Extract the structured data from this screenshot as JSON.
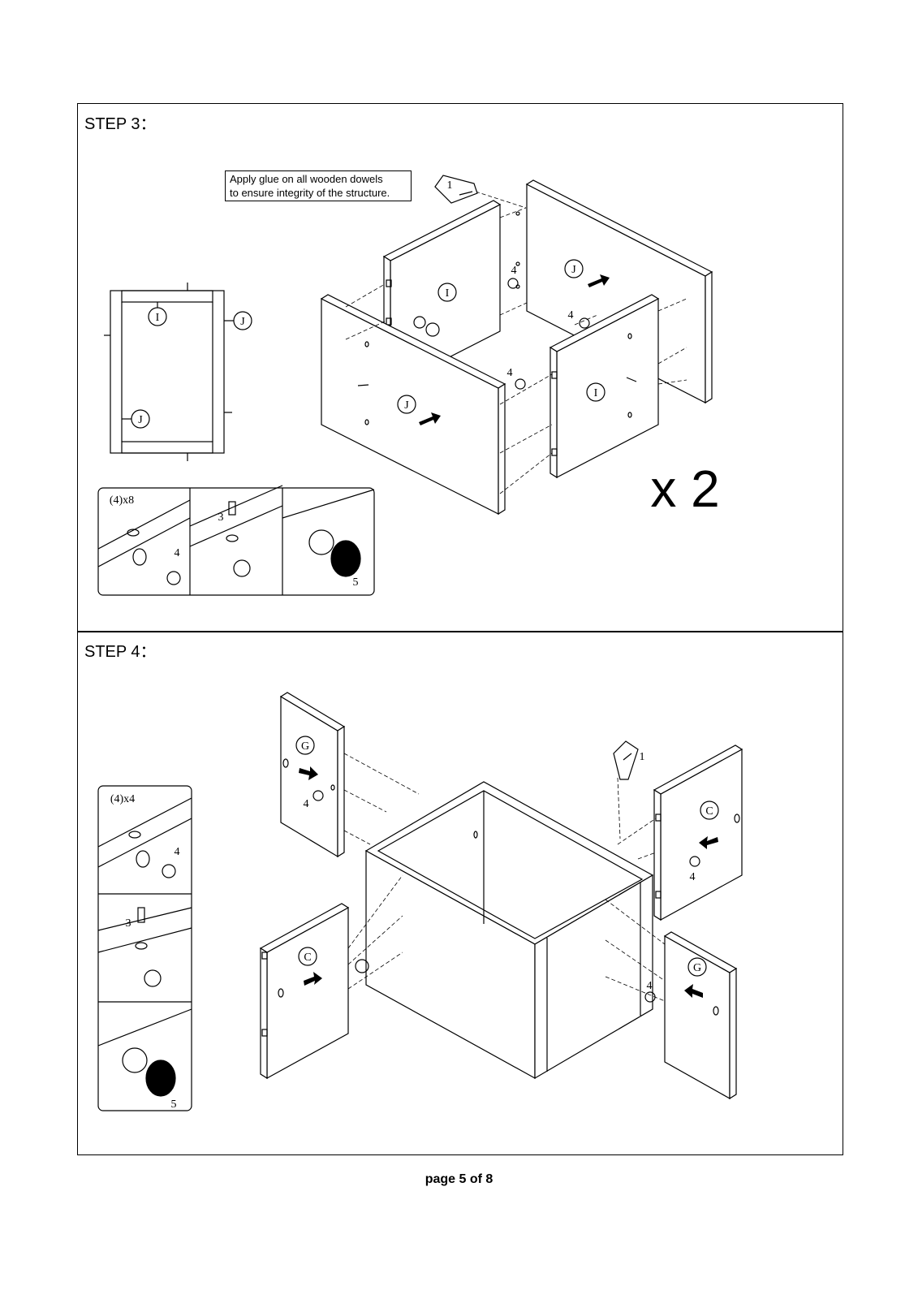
{
  "step3": {
    "title": "STEP 3：",
    "note_line1": "Apply glue on all wooden dowels",
    "note_line2": "to ensure integrity of the structure.",
    "multiplier": "x 2",
    "inset_qty": "(4)x8",
    "panel_labels": {
      "i": "I",
      "j": "J"
    },
    "part_numbers": {
      "glue": "1",
      "cam_bolt": "3",
      "cam_lock": "4",
      "cover_cap": "5"
    }
  },
  "step4": {
    "title": "STEP 4：",
    "inset_qty": "(4)x4",
    "panel_labels": {
      "g": "G",
      "c": "C"
    },
    "part_numbers": {
      "glue": "1",
      "cam_bolt": "3",
      "cam_lock": "4",
      "cover_cap": "5"
    }
  },
  "footer": {
    "page": "page 5 of 8"
  }
}
